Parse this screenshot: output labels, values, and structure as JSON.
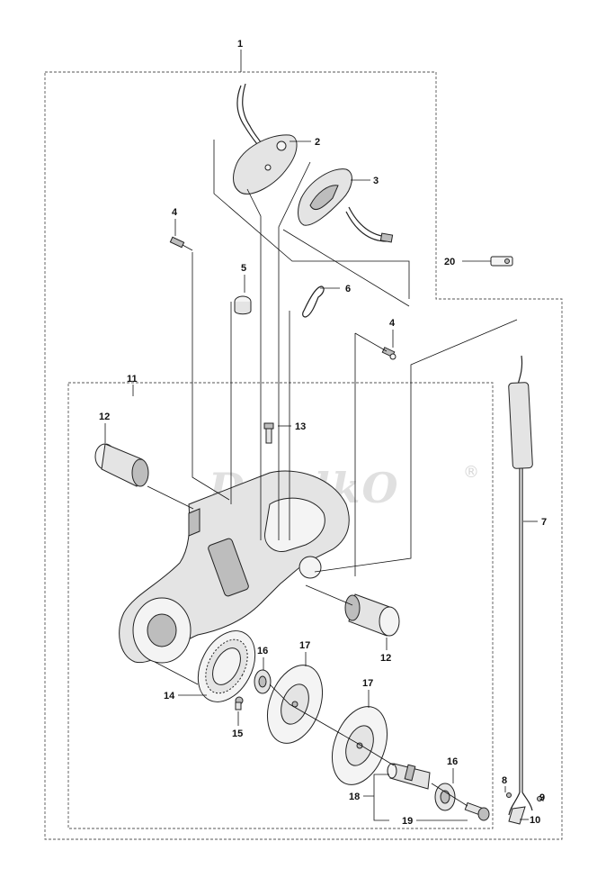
{
  "callouts": [
    "1",
    "2",
    "3",
    "4",
    "5",
    "6",
    "4",
    "7",
    "8",
    "9",
    "10",
    "11",
    "12",
    "13",
    "12",
    "14",
    "15",
    "16",
    "17",
    "17",
    "16",
    "18",
    "19",
    "20"
  ],
  "watermark": {
    "text": "DyadkO",
    "symbol": "®"
  },
  "colors": {
    "line": "#222222",
    "part_fill": "#e4e4e4",
    "watermark": "#c8c8c8"
  }
}
